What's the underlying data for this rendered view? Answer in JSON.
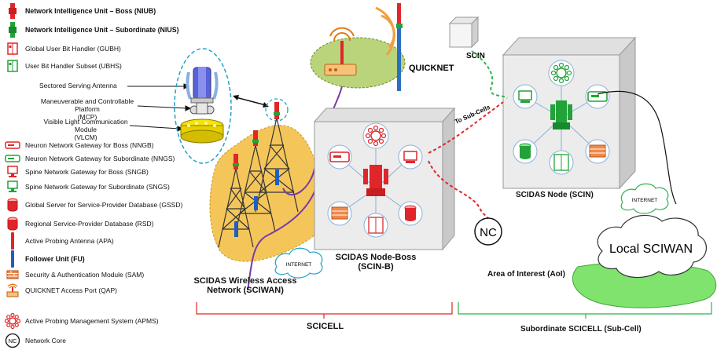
{
  "legend": {
    "items": [
      {
        "icon": "red-unit-icon",
        "label": "Network Intelligence Unit – Boss (NIUB)",
        "bold": true
      },
      {
        "icon": "green-unit-icon",
        "label": "Network Intelligence Unit – Subordinate  (NIUS)",
        "bold": true
      },
      {
        "icon": "red-bit-handler-icon",
        "label": "Global User Bit Handler (GUBH)",
        "bold": false
      },
      {
        "icon": "green-bit-handler-icon",
        "label": "User Bit Handler Subset (UBHS)",
        "bold": false
      },
      {
        "icon": "red-router-icon",
        "label": "Neuron Network Gateway for Boss (NNGB)",
        "bold": false
      },
      {
        "icon": "green-router-icon",
        "label": "Neuron Network Gateway for Subordinate (NNGS)",
        "bold": false
      },
      {
        "icon": "red-computer-icon",
        "label": "Spine Network Gateway for Boss (SNGB)",
        "bold": false
      },
      {
        "icon": "green-computer-icon",
        "label": "Spine Network Gateway for Subordinate (SNGS)",
        "bold": false
      },
      {
        "icon": "red-database-icon",
        "label": "Global Server for Service-Provider Database  (GSSD)",
        "bold": false
      },
      {
        "icon": "green-database-icon",
        "label": "Regional Service-Provider Database  (RSD)",
        "bold": false
      },
      {
        "icon": "red-antenna-bar-icon",
        "label": "Active Probing Antenna (APA)",
        "bold": false
      },
      {
        "icon": "blue-follower-icon",
        "label": "Follower Unit (FU)",
        "bold": true
      },
      {
        "icon": "firewall-icon",
        "label": "Security & Authentication Module (SAM)",
        "bold": false
      },
      {
        "icon": "access-port-icon",
        "label": "QUICKNET Access Port (QAP)",
        "bold": false
      },
      {
        "icon": "apms-icon",
        "label": "Active Probing Management System (APMS)",
        "bold": false
      },
      {
        "icon": "network-core-icon",
        "label": "Network Core",
        "bold": false
      }
    ],
    "nc_short": "NC"
  },
  "antenna_callouts": {
    "sam": "Sectored Serving Antenna",
    "mcp_line1": "Maneuverable and Controllable Platform",
    "mcp_line2": "(MCP)",
    "vlcm_line1": "Visible Light Communication Module",
    "vlcm_line2": "(VLCM)"
  },
  "labels": {
    "quicknet": "QUICKNET",
    "scin_top": "SCIN",
    "to_subcells": "To Sub-Cells",
    "nc": "NC",
    "internet_left": "INTERNET",
    "internet_right": "INTERNET",
    "scin_node": "SCIDAS  Node (SCIN)",
    "local_sciwan": "Local SCIWAN",
    "node_boss_line1": "SCIDAS Node-Boss",
    "node_boss_line2": "(SCIN-B)",
    "sciwan_line1": "SCIDAS Wireless  Access",
    "sciwan_line2": "Network (SCIWAN)",
    "area_of_interest": "Area of Interest (AoI)",
    "scicell": "SCICELL",
    "subordinate_scicell": "Subordinate SCICELL (Sub-Cell)"
  },
  "colors": {
    "boss": "#e0262a",
    "subordinate": "#22a33a",
    "follower": "#1f5fbf",
    "sciwan_area": "#f4c65a",
    "quicknet_area": "#b9d47a",
    "aoi_area": "#7fe36e",
    "link_red": "#e0262a",
    "link_green": "#2fb34a",
    "link_purple": "#7a3aa8"
  }
}
